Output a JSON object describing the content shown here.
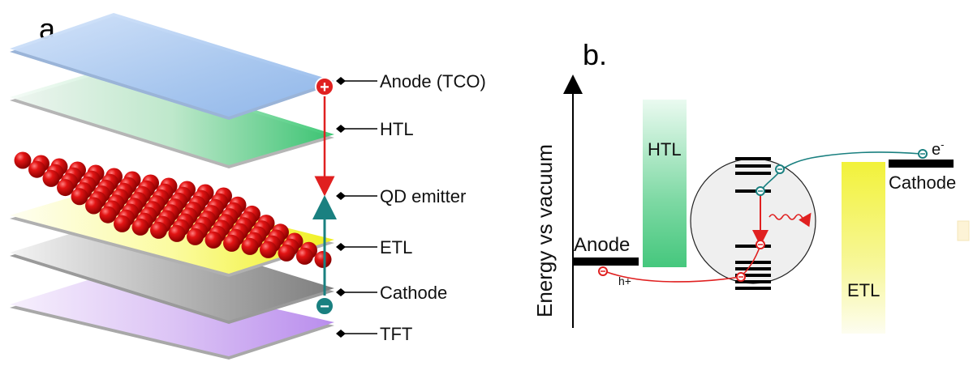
{
  "panel_a": {
    "panel_label": "a.",
    "layers": [
      {
        "label": "Anode (TCO)",
        "color": "#a9c8f0"
      },
      {
        "label": "HTL",
        "color": "#3fce7f"
      },
      {
        "label": "QD emitter",
        "color": "#d40f0f"
      },
      {
        "label": "ETL",
        "color": "#f4f442"
      },
      {
        "label": "Cathode",
        "color": "#8c8c8c"
      },
      {
        "label": "TFT",
        "color": "#c89cf0"
      }
    ],
    "charges": {
      "hole_symbol": "+",
      "electron_symbol": "−",
      "hole_color": "#e02020",
      "electron_color": "#1a8080"
    }
  },
  "panel_b": {
    "panel_label": "b.",
    "y_axis_label": "Energy vs vacuum",
    "blocks": {
      "anode": "Anode",
      "htl": "HTL",
      "etl": "ETL",
      "cathode": "Cathode"
    },
    "hole_label": "h+",
    "electron_label": "e",
    "electron_superscript": "-",
    "colors": {
      "htl": "#3fce7f",
      "etl": "#f4f442",
      "hole": "#e02020",
      "electron": "#1a8080",
      "emission": "#e02020"
    }
  }
}
